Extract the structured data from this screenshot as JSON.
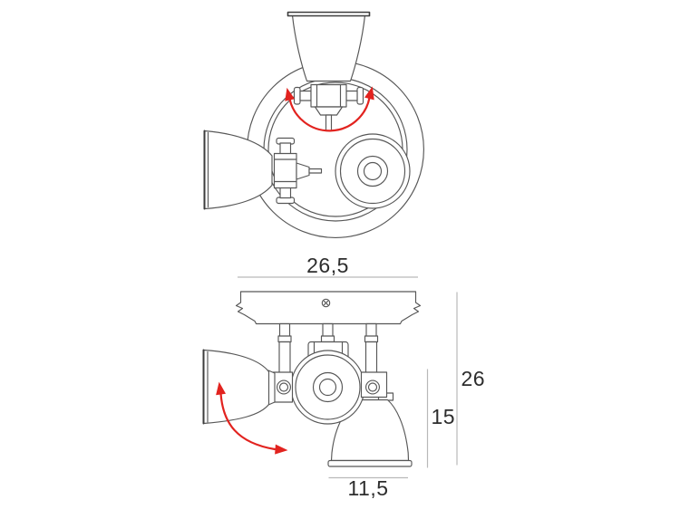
{
  "colors": {
    "background": "#ffffff",
    "linework": "#575757",
    "linework_dark": "#3d3d3d",
    "dimension_line": "#b9b9b9",
    "dimension_text": "#2d2d2d",
    "rotation_arrow": "#e2231f"
  },
  "figure": {
    "type": "technical-drawing",
    "subject": "three-head ceiling spotlight fixture",
    "views": {
      "top": {
        "name": "top-view",
        "rotation_arrow_icon": "curved-double-arrow"
      },
      "front": {
        "name": "front-view",
        "rotation_arrow_icon": "curved-double-arrow"
      }
    }
  },
  "dimensions": {
    "plate_width": {
      "label": "26,5"
    },
    "total_height": {
      "label": "26"
    },
    "head_height": {
      "label": "15"
    },
    "shade_diameter": {
      "label": "11,5"
    }
  }
}
